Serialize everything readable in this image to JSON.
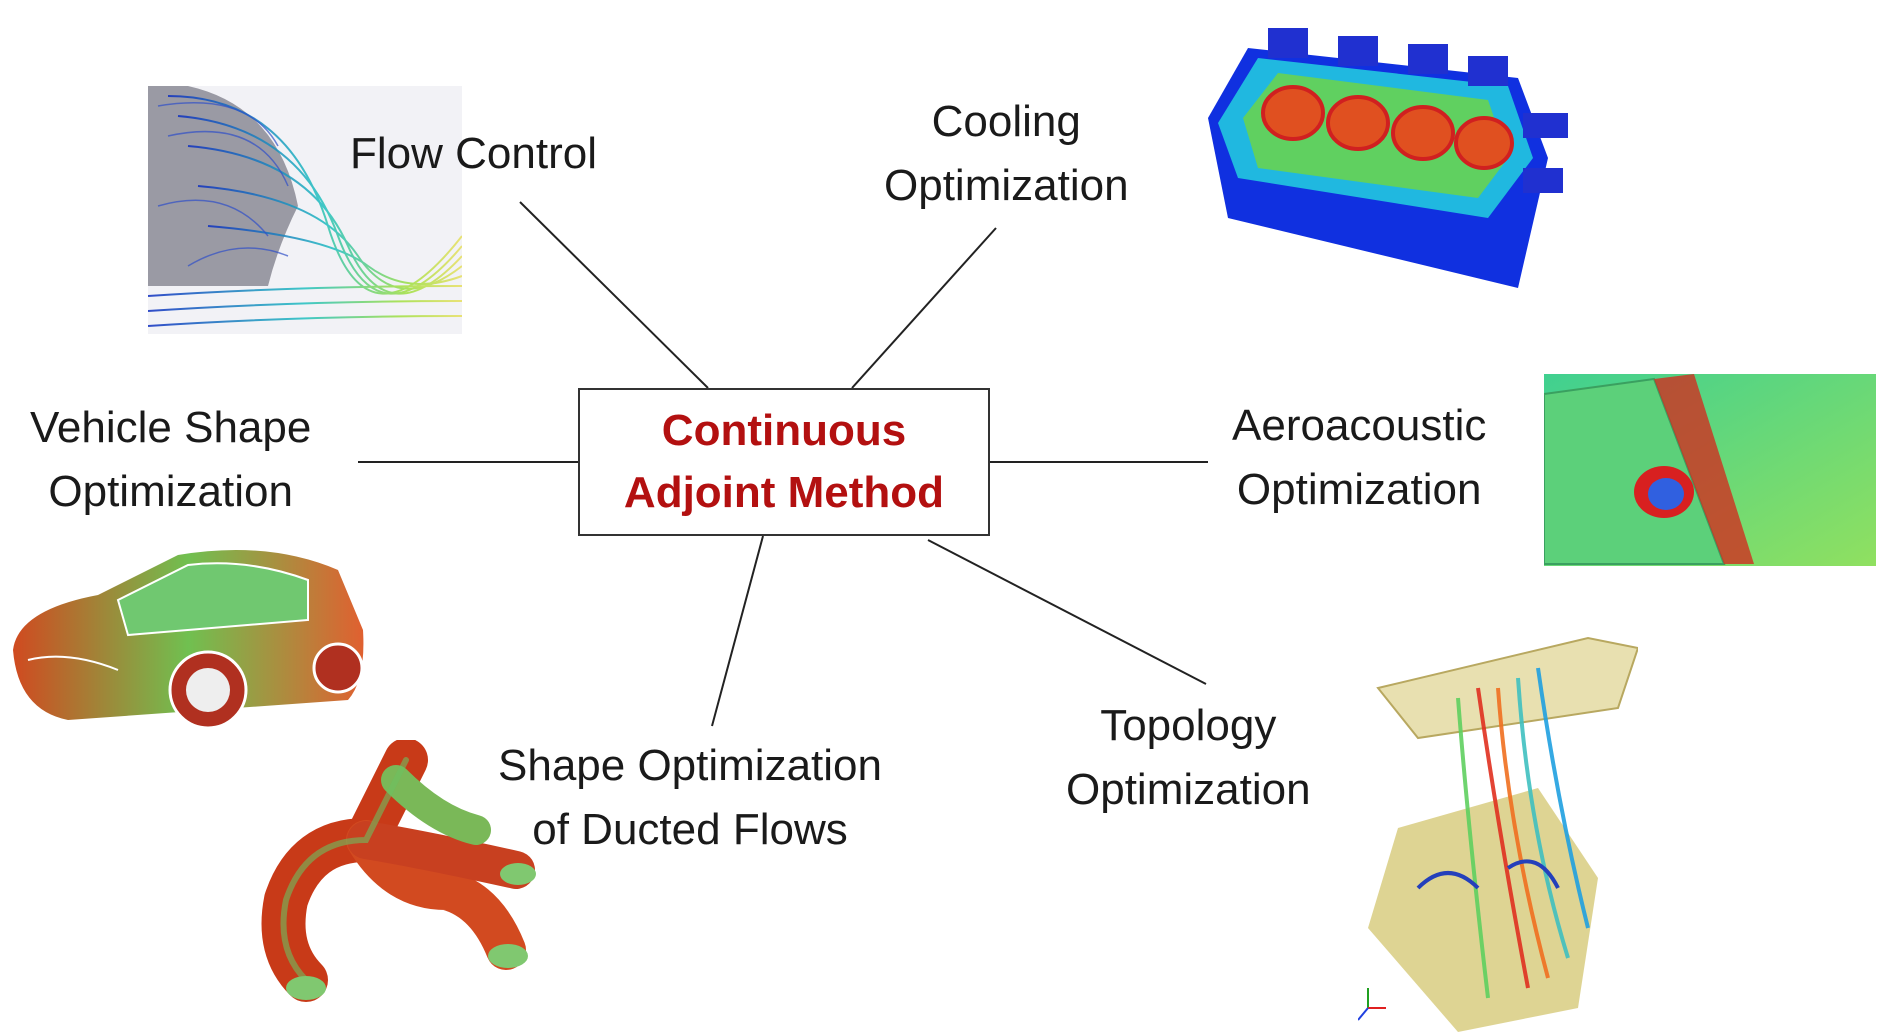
{
  "center": {
    "line1": "Continuous",
    "line2": "Adjoint Method",
    "color": "#b31010"
  },
  "topics": {
    "flow_control": {
      "line1": "Flow Control"
    },
    "cooling": {
      "line1": "Cooling",
      "line2": "Optimization"
    },
    "vehicle_shape": {
      "line1": "Vehicle Shape",
      "line2": "Optimization"
    },
    "aeroacoustic": {
      "line1": "Aeroacoustic",
      "line2": "Optimization"
    },
    "ducted_flows": {
      "line1": "Shape Optimization",
      "line2": "of Ducted Flows"
    },
    "topology": {
      "line1": "Topology",
      "line2": "Optimization"
    }
  },
  "images": {
    "flow_control": "streamlines-render",
    "cooling": "engine-block-render",
    "vehicle_shape": "car-sensitivity-render",
    "aeroacoustic": "side-mirror-render",
    "ducted_flows": "exhaust-manifold-render",
    "topology": "duct-topology-render"
  }
}
